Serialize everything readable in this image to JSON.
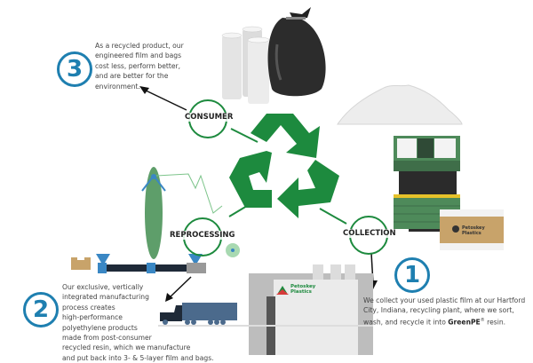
{
  "colors": {
    "accent_blue": "#1e7fb0",
    "recycle_green": "#1d8a3e",
    "light_green": "#7cc48a",
    "truck_blue": "#4b6a8c"
  },
  "stages": [
    {
      "id": "consumer",
      "label": "CONSUMER"
    },
    {
      "id": "reprocessing",
      "label": "REPROCESSING"
    },
    {
      "id": "collection",
      "label": "COLLECTION"
    }
  ],
  "steps": [
    {
      "number": "1",
      "text": "We collect your used plastic film at our Hartford City, Indiana, recycling plant, where we sort, wash, and recycle it into",
      "brand": "GreenPE",
      "brand_mark": "®",
      "suffix": " resin."
    },
    {
      "number": "2",
      "lines": [
        "Our exclusive, vertically",
        "integrated manufacturing",
        "process creates",
        "high-performance",
        "polyethylene products",
        "made from post-consumer",
        "recycled resin, which we manufacture",
        "and put back into 3- & 5-layer film and bags."
      ]
    },
    {
      "number": "3",
      "lines": [
        "As a recycled product, our",
        "engineered film and bags",
        "cost less, perform better,",
        "and are better for the",
        "environment."
      ]
    }
  ],
  "logos": {
    "factory_logo_line1": "Petoskey",
    "factory_logo_line2": "Plastics",
    "bale_logo_line1": "Petoskey",
    "bale_logo_line2": "Plastics"
  },
  "icons": [
    "recycle-icon",
    "trash-bag-icon",
    "film-rolls-icon",
    "plastic-flakes-icon",
    "compactor-icon",
    "bale-icon",
    "factory-icon",
    "truck-icon",
    "extruder-icon",
    "box-icon"
  ]
}
